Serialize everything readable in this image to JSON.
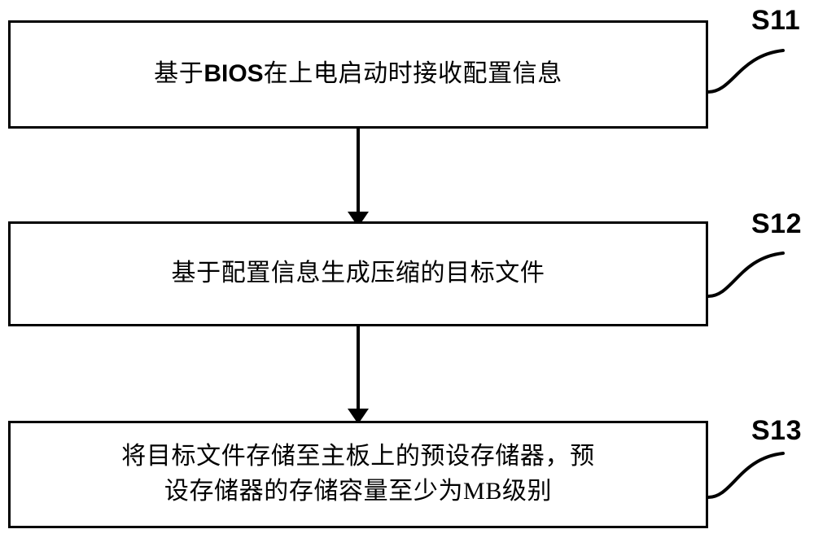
{
  "diagram": {
    "type": "flowchart",
    "title": "",
    "orientation": "vertical",
    "background_color": "#ffffff",
    "line_color": "#000000",
    "steps": [
      {
        "id": "S11",
        "label": "S11",
        "text": "基于BIOS在上电启动时接收配置信息",
        "text_pre": "基于",
        "text_latin": "BIOS",
        "text_post": "在上电启动时接收配置信息",
        "lines": 1
      },
      {
        "id": "S12",
        "label": "S12",
        "text": "基于配置信息生成压缩的目标文件",
        "text_pre": "基于配置信息生成压缩的目标文件",
        "text_latin": "",
        "text_post": "",
        "lines": 1
      },
      {
        "id": "S13",
        "label": "S13",
        "text": "将目标文件存储至主板上的预设存储器，预\n设存储器的存储容量至少为MB级别",
        "text_pre": "将目标文件存储至主板上的预设存储器，预设存储器的存储容量至少为",
        "text_latin": "MB",
        "text_post": "级别",
        "lines": 2
      }
    ],
    "connectors": [
      {
        "name": "arrow-s11-to-s12",
        "from": "S11",
        "to": "S12",
        "arrowhead": "solid-triangle"
      },
      {
        "name": "arrow-s12-to-s13",
        "from": "S12",
        "to": "S13",
        "arrowhead": "solid-triangle"
      }
    ],
    "leaders": [
      {
        "name": "leader-s11",
        "for": "S11",
        "shape": "s-curve"
      },
      {
        "name": "leader-s12",
        "for": "S12",
        "shape": "s-curve"
      },
      {
        "name": "leader-s13",
        "for": "S13",
        "shape": "s-curve"
      }
    ]
  }
}
